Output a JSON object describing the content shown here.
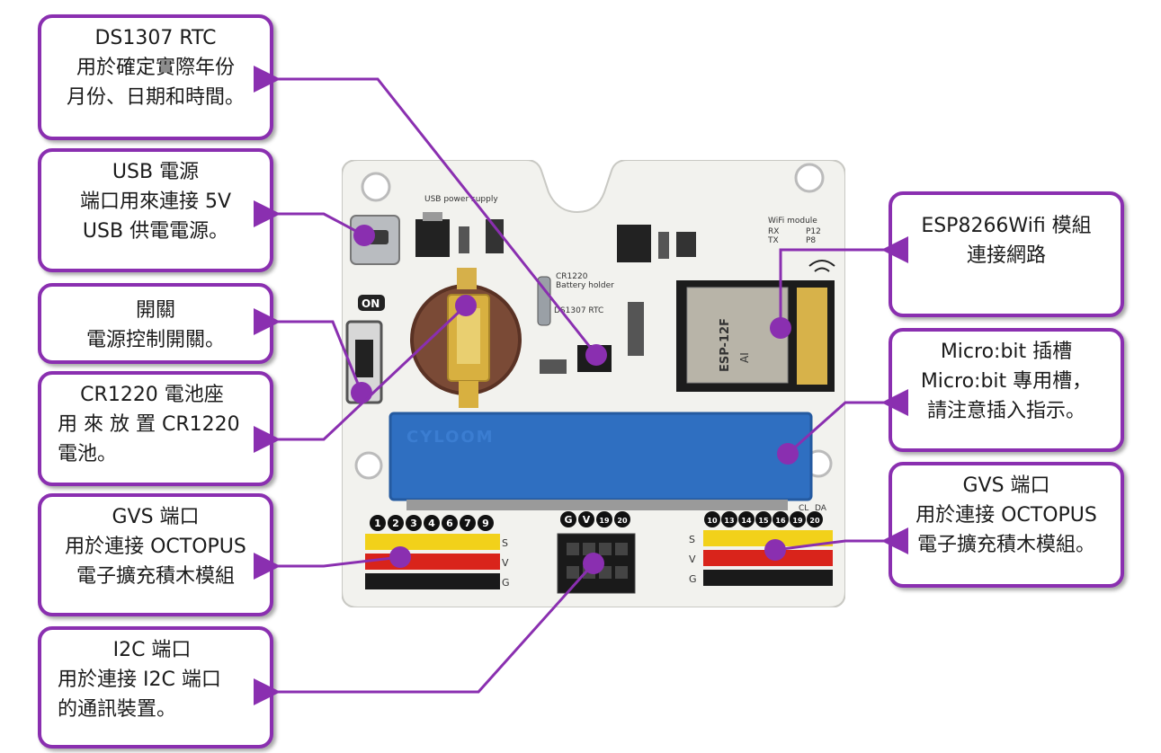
{
  "callouts": {
    "rtc": [
      "DS1307 RTC",
      "用於確定實際年份",
      "月份、日期和時間。"
    ],
    "usb": [
      "USB  電源",
      "端口用來連接  5V",
      "USB 供電電源。"
    ],
    "switch": [
      "開關",
      "電源控制開關。"
    ],
    "battery": [
      "CR1220 電池座",
      "用 來 放 置   CR1220",
      "電池。"
    ],
    "gvs_left": [
      "GVS 端口",
      "用於連接 OCTOPUS",
      "電子擴充積木模組"
    ],
    "i2c": [
      "I2C 端口",
      "用於連接  I2C  端口",
      "的通訊裝置。"
    ],
    "esp": [
      "ESP8266Wifi 模組",
      "連接網路"
    ],
    "microbit": [
      "Micro:bit 插槽",
      "Micro:bit  專用槽，",
      "請注意插入指示。"
    ],
    "gvs_right": [
      "GVS 端口",
      "用於連接 OCTOPUS",
      "電子擴充積木模組。"
    ]
  },
  "board_labels": {
    "usb_power": "USB power supply",
    "on": "ON",
    "cr1220": "CR1220",
    "battery_holder": "Battery holder",
    "ds1307": "DS1307 RTC",
    "wifi_module": "WiFi module",
    "rx": "RX",
    "tx": "TX",
    "p12": "P12",
    "p8": "P8",
    "esp_model": "ESP-12F",
    "ai": "AI",
    "microbit_brand": "CYLOOM",
    "cl": "CL",
    "da": "DA",
    "pin_s": "S",
    "pin_v": "V",
    "pin_g": "G",
    "left_pins": [
      "1",
      "2",
      "3",
      "4",
      "6",
      "7",
      "9"
    ],
    "mid_pins": [
      "G",
      "V",
      "19",
      "20"
    ],
    "right_pins": [
      "10",
      "13",
      "14",
      "15",
      "16",
      "19",
      "20"
    ]
  },
  "colors": {
    "accent": "#8a2fb0",
    "board": "#f2f2ee",
    "microbit_slot": "#2f6fc1",
    "header_yellow": "#f2d11a",
    "header_red": "#d9241b",
    "header_black": "#1a1a1a"
  }
}
